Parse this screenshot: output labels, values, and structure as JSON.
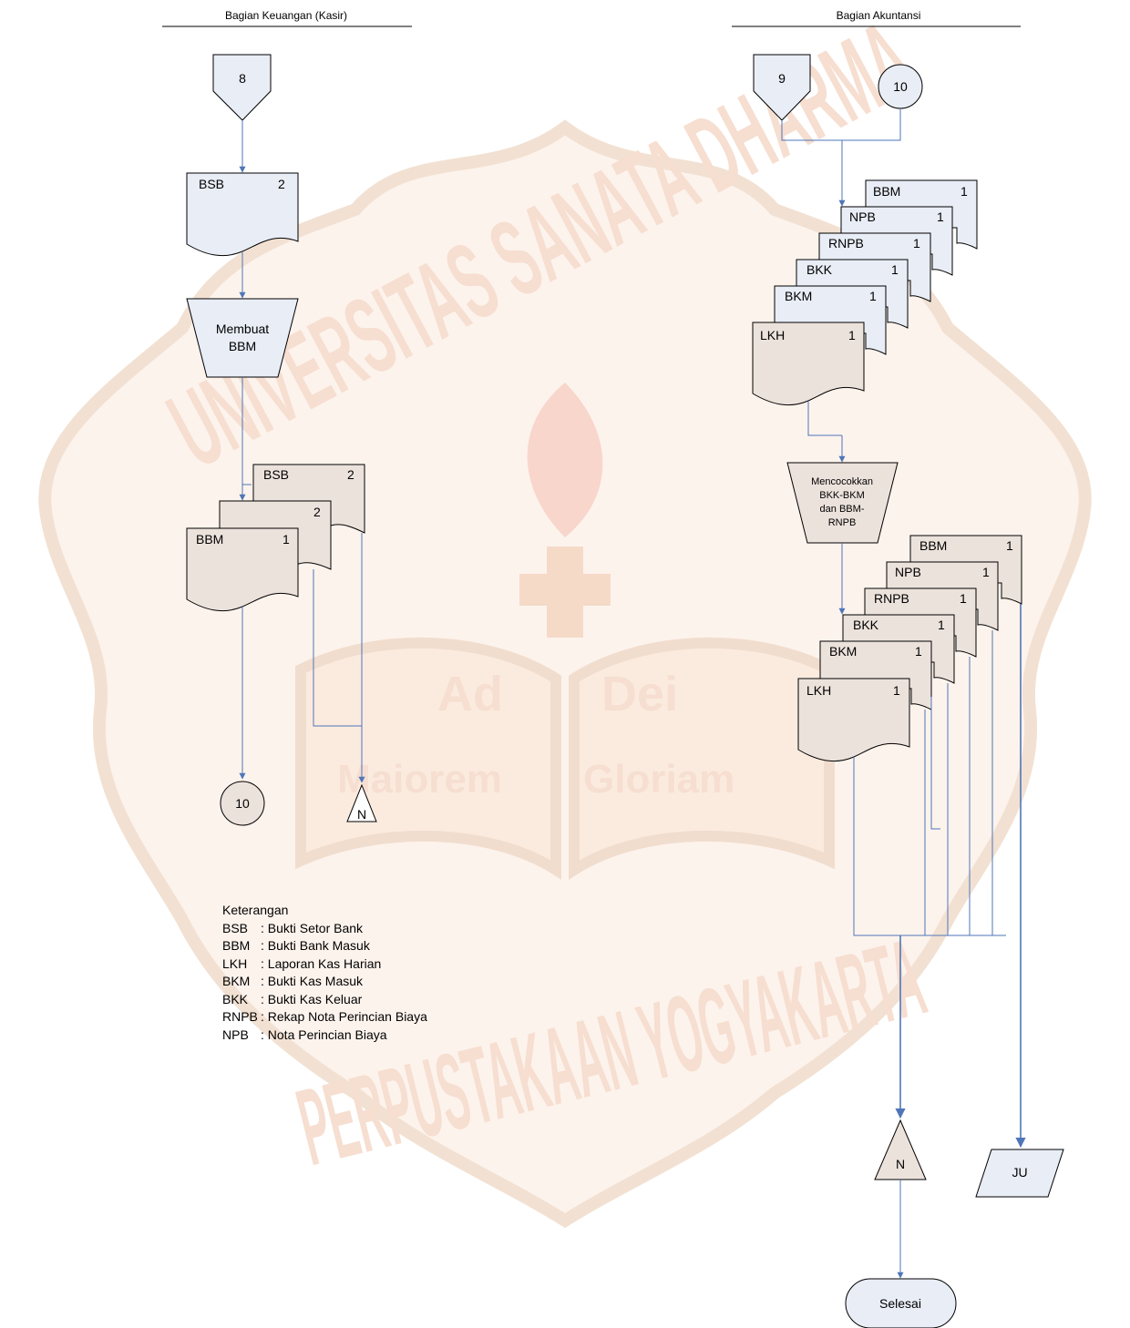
{
  "lanes": {
    "left": "Bagian Keuangan (Kasir)",
    "right": "Bagian Akuntansi"
  },
  "left": {
    "connector_in": "8",
    "doc_bsb": {
      "code": "BSB",
      "copy": "2"
    },
    "process": {
      "line1": "Membuat",
      "line2": "BBM"
    },
    "stack_bsb": {
      "code": "BSB",
      "copy": "2"
    },
    "stack_mid": {
      "code": "",
      "copy": "2"
    },
    "stack_bbm": {
      "code": "BBM",
      "copy": "1"
    },
    "connector_out": "10",
    "file": "N"
  },
  "right": {
    "connector_in_a": "9",
    "connector_in_b": "10",
    "stack1": [
      {
        "code": "BBM",
        "copy": "1"
      },
      {
        "code": "NPB",
        "copy": "1"
      },
      {
        "code": "RNPB",
        "copy": "1"
      },
      {
        "code": "BKK",
        "copy": "1"
      },
      {
        "code": "BKM",
        "copy": "1"
      },
      {
        "code": "LKH",
        "copy": "1"
      }
    ],
    "process": {
      "line1": "Mencocokkan",
      "line2": "BKK-BKM",
      "line3": "dan BBM-",
      "line4": "RNPB"
    },
    "stack2": [
      {
        "code": "BBM",
        "copy": "1"
      },
      {
        "code": "NPB",
        "copy": "1"
      },
      {
        "code": "RNPB",
        "copy": "1"
      },
      {
        "code": "BKK",
        "copy": "1"
      },
      {
        "code": "BKM",
        "copy": "1"
      },
      {
        "code": "LKH",
        "copy": "1"
      }
    ],
    "file": "N",
    "journal": "JU",
    "end": "Selesai"
  },
  "legend": {
    "title": "Keterangan",
    "items": [
      {
        "code": "BSB",
        "desc": ": Bukti Setor Bank"
      },
      {
        "code": "BBM",
        "desc": ": Bukti Bank Masuk"
      },
      {
        "code": "LKH",
        "desc": ": Laporan Kas Harian"
      },
      {
        "code": "BKM",
        "desc": ": Bukti Kas Masuk"
      },
      {
        "code": "BKK",
        "desc": ": Bukti Kas Keluar"
      },
      {
        "code": "RNPB",
        "desc": ": Rekap Nota Perincian Biaya"
      },
      {
        "code": "NPB",
        "desc": ": Nota Perincian Biaya"
      }
    ]
  },
  "watermark": {
    "arc_top": "UNIVERSITAS SANATA DHARMA",
    "arc_bottom": "PERPUSTAKAAN YOGYAKARTA",
    "motto_1": "Ad",
    "motto_2": "Dei",
    "motto_3": "Maiorem",
    "motto_4": "Gloriam"
  },
  "colors": {
    "light_fill": "#e8edf6",
    "tan_fill": "#ece2dc",
    "line": "#4f76b8",
    "stroke": "#000000",
    "watermark": "#f5d9c8"
  }
}
